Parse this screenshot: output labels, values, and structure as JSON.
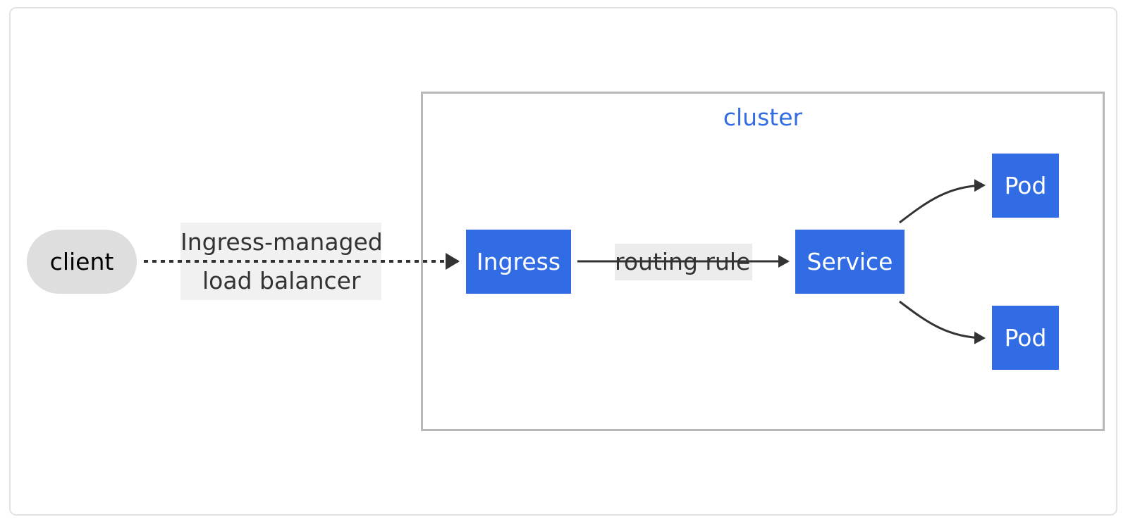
{
  "diagram": {
    "cluster_title": "cluster",
    "nodes": {
      "client": "client",
      "ingress": "Ingress",
      "service": "Service",
      "pod_top": "Pod",
      "pod_bottom": "Pod"
    },
    "edges": {
      "lb_label_line1": "Ingress-managed",
      "lb_label_line2": "load balancer",
      "routing_label": "routing rule"
    },
    "colors": {
      "node_fill": "#326ce5",
      "node_text": "#ffffff",
      "client_fill": "#dedede",
      "cluster_border": "#b8b8b8",
      "cluster_title": "#326ce5",
      "edge": "#333333",
      "label_bg": "#ececec"
    }
  }
}
